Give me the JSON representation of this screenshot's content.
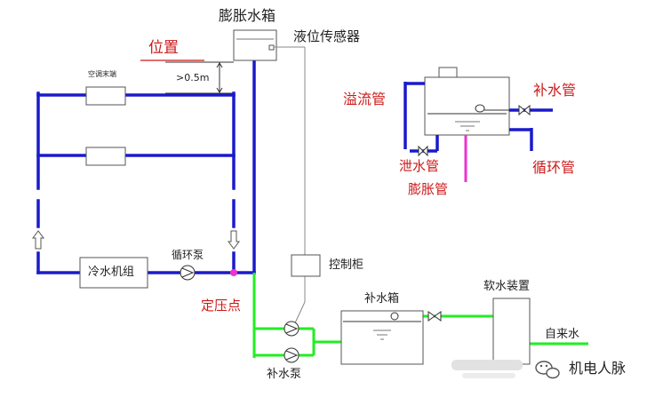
{
  "labels": {
    "expansion_tank": "膨胀水箱",
    "level_sensor": "液位传感器",
    "position": "位置",
    "height": ">0.5m",
    "ac_terminal": "空调末端",
    "chiller": "冷水机组",
    "circ_pump": "循环泵",
    "fixed_pressure_point": "定压点",
    "control_cabinet": "控制柜",
    "makeup_tank": "补水箱",
    "makeup_pump": "补水泵",
    "softener": "软水装置",
    "tap_water": "自来水",
    "overflow_pipe": "溢流管",
    "makeup_pipe": "补水管",
    "drain_pipe": "泄水管",
    "expansion_pipe": "膨胀管",
    "circulation_pipe": "循环管"
  },
  "watermark": {
    "text": "机电人脉"
  },
  "colors": {
    "circulation_pipe": "#1a1acc",
    "makeup_pipe": "#22ee22",
    "expansion_pipe": "#ee33cc",
    "annotation_red": "#cc1a1a",
    "equipment_outline": "#555555"
  }
}
